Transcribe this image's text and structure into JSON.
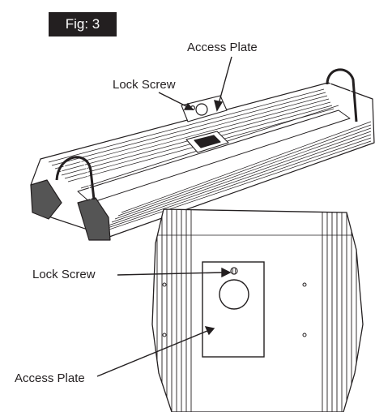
{
  "figure": {
    "tag": "Fig: 3",
    "colors": {
      "ink": "#231f20",
      "paper": "#ffffff",
      "tag_bg": "#231f20"
    }
  },
  "callouts": {
    "overview_access_plate": "Access Plate",
    "overview_lock_screw": "Lock Screw",
    "detail_lock_screw": "Lock Screw",
    "detail_access_plate": "Access Plate"
  }
}
